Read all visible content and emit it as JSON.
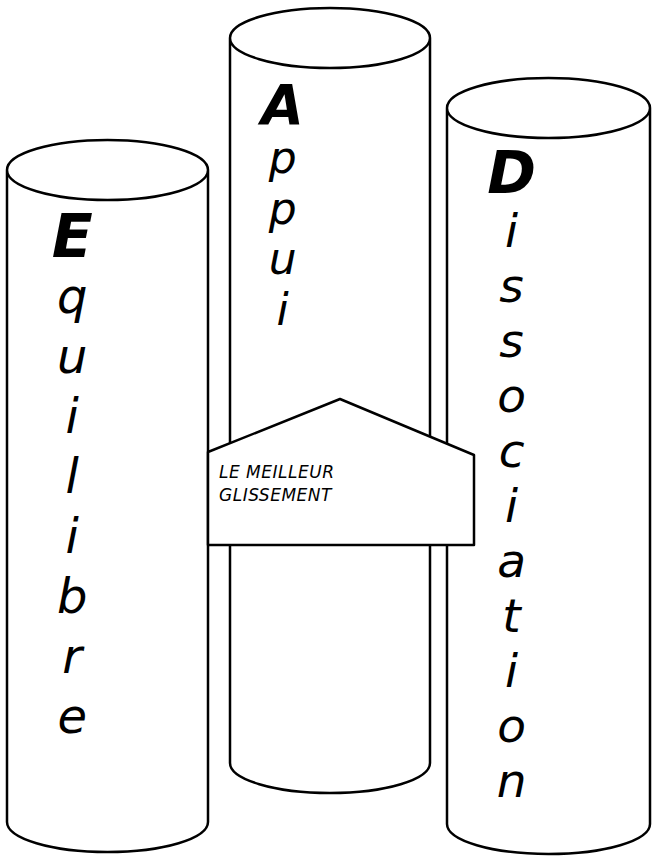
{
  "diagram": {
    "nodes": [
      {
        "text": [
          "Equilibre"
        ]
      },
      {
        "text": [
          "Appui"
        ]
      },
      {
        "text": [
          "Dissociation"
        ]
      },
      {
        "text": [
          "LE MEILLEUR GLISSEMENT"
        ]
      }
    ]
  }
}
